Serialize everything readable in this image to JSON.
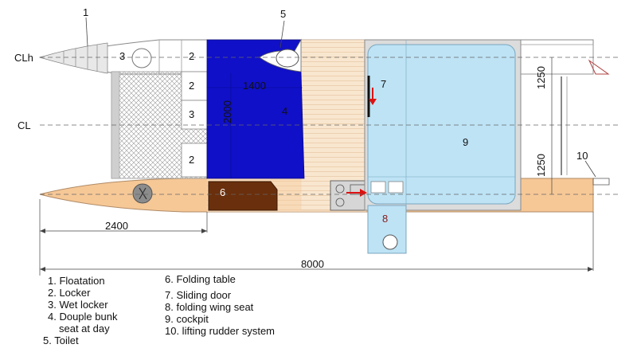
{
  "callouts": {
    "n1": "1",
    "n2a": "2",
    "n2b": "2",
    "n2c": "2",
    "n3a": "3",
    "n3b": "3",
    "n4": "4",
    "n5": "5",
    "n6": "6",
    "n7": "7",
    "n8": "8",
    "n9": "9",
    "n10": "10"
  },
  "axes": {
    "clh": "CLh",
    "cl": "CL"
  },
  "dimensions": {
    "bunk_width": "1400",
    "bunk_length": "2000",
    "half_beam_top": "1250",
    "half_beam_bottom": "1250",
    "bow_offset": "2400",
    "overall_length": "8000"
  },
  "legend": {
    "col1": [
      "1. Floatation",
      "2. Locker",
      "3. Wet locker",
      "4. Douple bunk",
      "   seat at day",
      "5. Toilet"
    ],
    "col2": [
      "6. Folding table",
      "7. Sliding door",
      "8. folding wing seat",
      "9. cockpit",
      "10. lifting rudder system"
    ]
  },
  "colors": {
    "bunk": "#1010c8",
    "cockpit": "#bde3f5",
    "hull": "#f6c896",
    "deck": "#f8e4cc",
    "table": "#6a2f0c",
    "door": "#111111",
    "arrow": "#dd1111"
  }
}
